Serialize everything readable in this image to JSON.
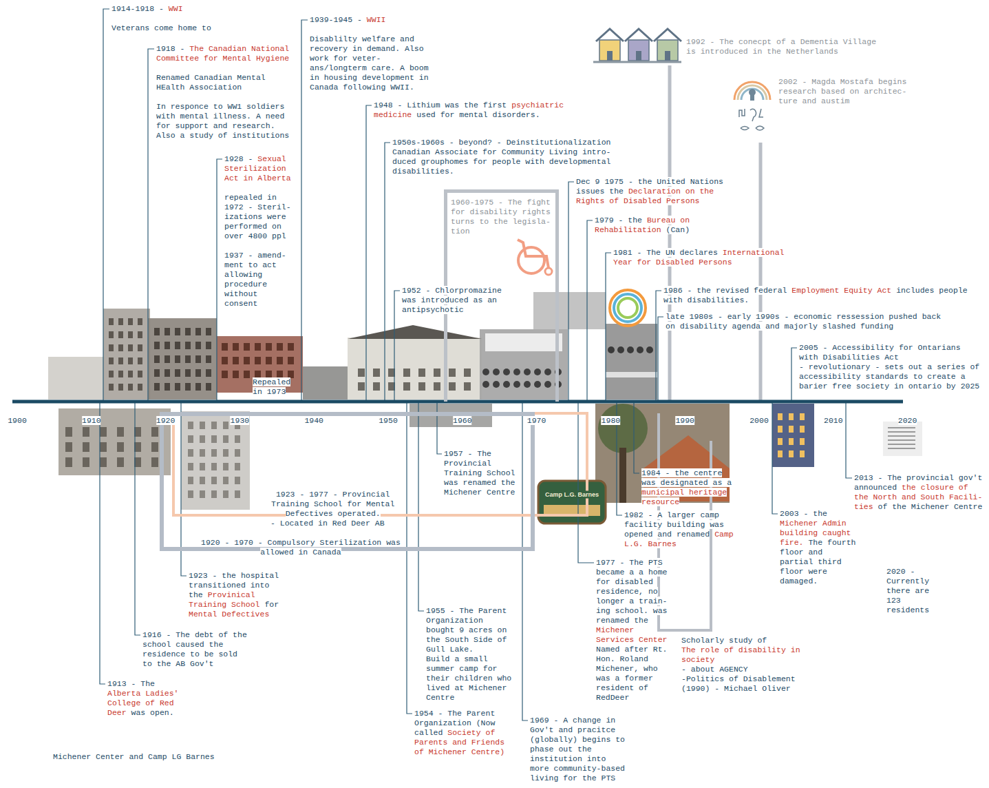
{
  "diagram": {
    "title": "Michener Center and Camp LG Barnes",
    "nodes": [
      {
        "text": [
          "1960-1975 - The fight for disability rights turns to the legisla- tion"
        ]
      },
      {
        "text": [
          "1923 - 1977 - Provincial Training School for Mental Defectives operated.",
          "- Located in Red Deer AB"
        ]
      },
      {
        "text": [
          "1920 - 1970 - Compulsory Sterilization was allowed in Canada"
        ]
      }
    ],
    "labels": [
      "1914-1918 -",
      "WWI",
      "Veterans come home to",
      "1918 -",
      "The Canadian National Committee for Mental Hygiene",
      "Renamed Canadian Mental HEalth Association",
      "In responce to WW1 soldiers with mental illness. A need for support and research. Also a study of institutions",
      "1928 -",
      "Sexual Sterilization Act in Alberta",
      "repealed in 1972 - Steril- izations were performed on over 4800 ppl",
      "1937 - amend- ment to act allowing procedure without consent",
      "Repealed in 1973",
      "1939-1945 -",
      "WWII",
      "Disablilty welfare and recovery in demand. Also work for veter- ans/longterm care. A boom in housing development in Canada following WWII.",
      "1948 - Lithium was the first",
      "psychiatric medicine",
      "used for mental disorders.",
      "1950s-1960s - beyond? - Deinstitutionalization Canadian Associate for Community Living intro- duced grouphomes for people with developmental disabilities.",
      "1952 - Chlorpromazine was introduced as an antipsychotic",
      "Dec 9 1975 - the United Nations issues the",
      "Declaration on the Rights of Disabled Persons",
      "1979 - the",
      "Bureau on Rehabilitation",
      "(Can)",
      "1981 - The UN declares",
      "International Year for Disabled Persons",
      "1986 - the revised federal",
      "Employment Equity Act",
      "includes people with disabilities.",
      "late 1980s - early 1990s - economic ressession pushed back on disability agenda and majorly slashed funding",
      "1992 - The conecpt of a Dementia Village is introduced in the Netherlands",
      "2002 - Magda Mostafa begins research based on architec- ture and austim",
      "2005 - Accessibility for Ontarians with Disabilities Act",
      "- revolutionary - sets out a series of accessibility standards to create a barier free society in ontario by 2025",
      "1913 - The",
      "Alberta Ladies' College of Red Deer",
      "was open.",
      "1916 - The debt of the school caused the residence to be sold to the AB Gov't",
      "1923 - the hospital transitioned into the",
      "Provinical Training School",
      "for",
      "Mental Defectives",
      "1957 - The Provincial Training School was renamed the Michener Centre",
      "1955 - The Parent Organization bought 9 acres on the South Side of Gull Lake.",
      "Build a small summer camp for their children who lived at Michener Centre",
      "1954 - The Parent Organization (Now called",
      "Society of Parents and Friends of Michener Centre)",
      "1969 - A change in Gov't and pracitce (globally) begins to phase out the institution into more community-based living for the PTS",
      "Camp L.G. Barnes",
      "1977 - The PTS became a a home for disabled residence, no longer a train- ing school. was renamed the",
      "Michener Services Center",
      "Named after Rt. Hon. Roland Michener, who was a former resident of RedDeer",
      "1982 - A larger camp facility building was opened and renamed",
      "Camp L.G. Barnes",
      "1984 - the centre was designated as a",
      "municipal heritage resource",
      "Scholarly study of",
      "The role of disability in society",
      "- about AGENCY",
      "-Politics of Disablement (1990) - Michael Oliver",
      "2003 - the",
      "Michener Admin building caught fire.",
      "The fourth floor and partial third floor were damaged.",
      "2013 - The provincial gov't announced",
      "the closure of the North and South Facili- ties",
      "of the Michener Centre",
      "2020 - Currently there are 123 residents",
      "1900",
      "1910",
      "1920",
      "1930",
      "1940",
      "1950",
      "1960",
      "1970",
      "1980",
      "1990",
      "2000",
      "2010",
      "2020"
    ]
  }
}
